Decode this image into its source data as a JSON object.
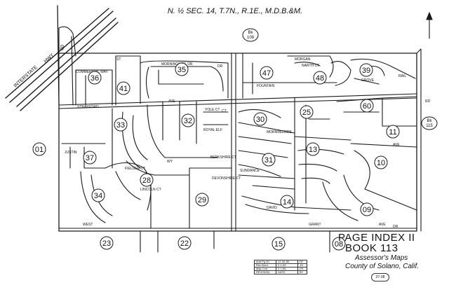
{
  "header": {
    "title": "N. ½ SEC. 14, T.7N., R.1E., M.D.B.&M."
  },
  "page_index": {
    "line1": "PAGE INDEX II",
    "line2": "BOOK 113",
    "line3": "Assessor's Maps",
    "line4": "County of Solano, Calif."
  },
  "revision_table": [
    [
      "Add Pg 60",
      "12-30-86",
      "DF"
    ],
    [
      "Rev Bord.",
      "2-1-89",
      "JG"
    ],
    [
      "Map Corr.",
      "2-7-85",
      "DS"
    ],
    [
      "REVISION",
      "DATE",
      "BY"
    ]
  ],
  "revision_stamp": "07-08",
  "book_refs": [
    {
      "line1": "Bk",
      "line2": "108"
    },
    {
      "line1": "Bk",
      "line2": "115"
    }
  ],
  "pages": [
    "01",
    "08",
    "09",
    "10",
    "11",
    "13",
    "14",
    "15",
    "22",
    "23",
    "25",
    "28",
    "29",
    "30",
    "31",
    "32",
    "33",
    "34",
    "35",
    "36",
    "37",
    "39",
    "41",
    "47",
    "48",
    "60"
  ],
  "streets": [
    "INTERSTATE",
    "HWY",
    "80",
    "COMMERCIAL WAY",
    "STRAFFORD",
    "AVE",
    "MORNINGSIDE DR",
    "FOUNTAIN",
    "MORGAN",
    "NARTH CT",
    "GROVE",
    "RAIL",
    "YOLE CT",
    "ROYAL ELF",
    "BERKSHIRE CT",
    "DEVONSHIRE CT",
    "FIELDER CT",
    "LINCOLN CT",
    "JUSTIN",
    "WEST",
    "AVE",
    "DR",
    "MORNINGSIDE",
    "SUNDANCE",
    "DAVID",
    "GRANT",
    "DR",
    "WY",
    "CT",
    "ST",
    "AVE",
    "RD"
  ]
}
